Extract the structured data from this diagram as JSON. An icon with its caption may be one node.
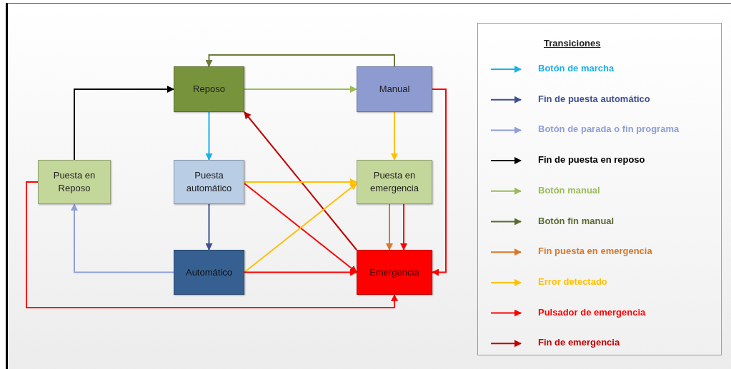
{
  "diagram": {
    "nodes": [
      {
        "text": [
          "Reposo"
        ]
      },
      {
        "text": [
          "Manual"
        ]
      },
      {
        "text": [
          "Puesta en Reposo"
        ]
      },
      {
        "text": [
          "Puesta automático"
        ]
      },
      {
        "text": [
          "Puesta en emergencia"
        ]
      },
      {
        "text": [
          "Automático"
        ]
      },
      {
        "text": [
          "Emergencia"
        ]
      }
    ],
    "edges": [
      {
        "from": 1,
        "to": 0,
        "arrow": "to",
        "color": "#6b7a3a"
      },
      {
        "from": 2,
        "to": 0,
        "arrow": "to",
        "color": "#000000"
      },
      {
        "from": 0,
        "to": 1,
        "arrow": "to",
        "color": "#9bbb59"
      },
      {
        "from": 1,
        "to": 6,
        "arrow": "to"
      },
      {
        "from": 0,
        "to": 3,
        "arrow": "to",
        "color": "#1ab0e8"
      },
      {
        "from": 6,
        "to": 0,
        "arrow": "to",
        "color": "#c00000"
      },
      {
        "from": 1,
        "to": 4,
        "arrow": "to",
        "color": "#ffc000"
      },
      {
        "from": 3,
        "to": 4,
        "arrow": "to",
        "color": "#ffc000"
      },
      {
        "from": 3,
        "to": 6,
        "arrow": "to"
      },
      {
        "from": 4,
        "to": 6,
        "arrow": "to",
        "color": "#d9772b"
      },
      {
        "from": 4,
        "to": 6,
        "arrow": "to"
      },
      {
        "from": 3,
        "to": 5,
        "arrow": "to",
        "color": "#3f4f8f"
      },
      {
        "from": 5,
        "to": 2,
        "arrow": "to",
        "color": "#8e9fd8"
      },
      {
        "from": 5,
        "to": 4,
        "arrow": "to",
        "color": "#ffc000"
      },
      {
        "from": 5,
        "to": 6,
        "arrow": "to"
      },
      {
        "from": 2,
        "to": 6,
        "arrow": "to"
      }
    ],
    "labels": [
      "Transiciones"
    ],
    "legend": [
      {
        "text": "Botón de marcha"
      },
      {
        "text": "Fin de puesta automático"
      },
      {
        "text": "Botón de parada o fin programa"
      },
      {
        "text": "Fin de puesta en reposo"
      },
      {
        "text": "Botón manual"
      },
      {
        "text": "Botón fin manual"
      },
      {
        "text": "Fin puesta en emergencia"
      },
      {
        "text": "Error detectado"
      },
      {
        "text": "Pulsador de emergencia"
      },
      {
        "text": "Fin de emergencia"
      }
    ]
  }
}
